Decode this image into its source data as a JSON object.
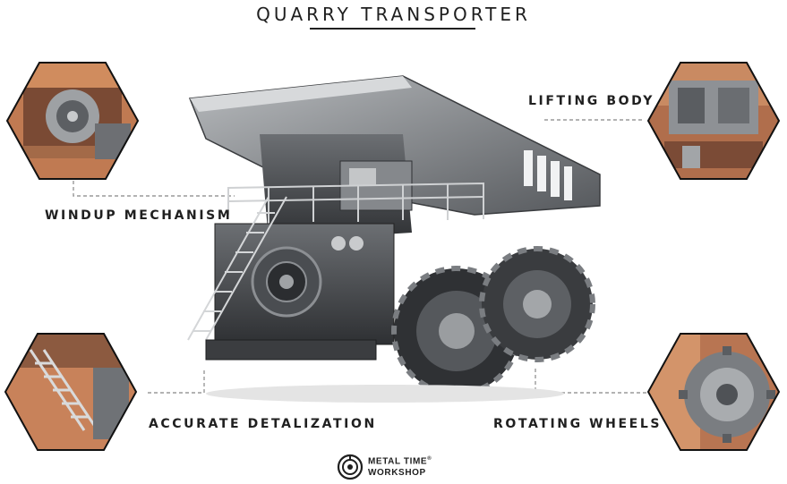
{
  "title": "QUARRY TRANSPORTER",
  "features": {
    "lifting_body": "LIFTING BODY",
    "windup_mechanism": "WINDUP MECHANISM",
    "accurate_detalization": "ACCURATE DETALIZATION",
    "rotating_wheels": "ROTATING WHEELS"
  },
  "brand": {
    "line1": "METAL TIME",
    "reg": "®",
    "line2": "WORKSHOP",
    "icon": "metal-time-logo-icon"
  },
  "product_image": "quarry-dump-truck-model",
  "colors": {
    "text": "#1f1f1f",
    "copper": "#b8704a",
    "steel": "#8a8d91"
  }
}
